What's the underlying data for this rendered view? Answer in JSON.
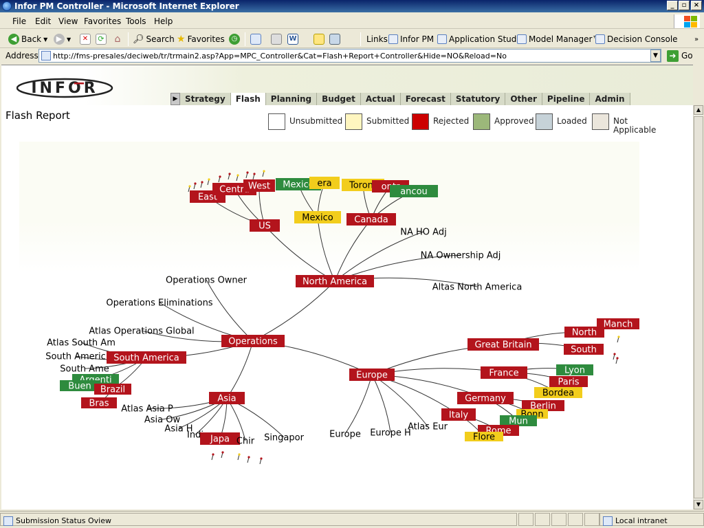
{
  "window": {
    "title": "Infor PM Controller - Microsoft Internet Explorer"
  },
  "menu": [
    "File",
    "Edit",
    "View",
    "Favorites",
    "Tools",
    "Help"
  ],
  "toolbar": {
    "back": "Back",
    "search": "Search",
    "favorites": "Favorites",
    "links_label": "Links",
    "links": [
      "Infor PM",
      "Application Studio",
      "Model Manager™",
      "Decision Console"
    ]
  },
  "address": {
    "label": "Address",
    "url": "http://fms-presales/deciweb/tr/trmain2.asp?App=MPC_Controller&Cat=Flash+Report+Controller&Hide=NO&Reload=No",
    "go": "Go"
  },
  "app": {
    "logo_text": "INFOR",
    "tabs": [
      "Strategy",
      "Flash",
      "Planning",
      "Budget",
      "Actual",
      "Forecast",
      "Statutory",
      "Other",
      "Pipeline",
      "Admin"
    ],
    "active_tab": "Flash",
    "page_title": "Flash Report",
    "legend": [
      {
        "label": "Unsubmitted",
        "color": "#ffffff"
      },
      {
        "label": "Submitted",
        "color": "#fff6c0"
      },
      {
        "label": "Rejected",
        "color": "#cc0000"
      },
      {
        "label": "Approved",
        "color": "#9cb87a"
      },
      {
        "label": "Loaded",
        "color": "#c6d2d8"
      },
      {
        "label": "Not\nApplicable",
        "color": "#ebe6dc"
      }
    ]
  },
  "status_colors": {
    "rejected": "#b3141c",
    "approved": "#2e8b3e",
    "submitted": "#f2cd1c"
  },
  "tree": {
    "nodes": [
      {
        "id": "na",
        "label": "North America",
        "status": "rejected"
      },
      {
        "id": "us",
        "label": "US",
        "status": "rejected"
      },
      {
        "id": "east",
        "label": "East",
        "status": "rejected"
      },
      {
        "id": "central",
        "label": "Centra",
        "status": "rejected"
      },
      {
        "id": "west",
        "label": "West",
        "status": "rejected"
      },
      {
        "id": "mexico1",
        "label": "Mexico",
        "status": "approved"
      },
      {
        "id": "mexico2",
        "label": "Mexico",
        "status": "submitted"
      },
      {
        "id": "guera",
        "label": "era",
        "status": "submitted"
      },
      {
        "id": "canada",
        "label": "Canada",
        "status": "rejected"
      },
      {
        "id": "toronto",
        "label": "Toront",
        "status": "submitted"
      },
      {
        "id": "montreal",
        "label": "ontr",
        "status": "rejected"
      },
      {
        "id": "vancouver",
        "label": "ancou",
        "status": "approved"
      },
      {
        "id": "naho",
        "label": "NA HO Adj",
        "status": "none"
      },
      {
        "id": "naown",
        "label": "NA Ownership Adj",
        "status": "none"
      },
      {
        "id": "altasna",
        "label": "Altas North America",
        "status": "none"
      },
      {
        "id": "ops",
        "label": "Operations",
        "status": "rejected"
      },
      {
        "id": "opsowner",
        "label": "Operations Owner",
        "status": "none"
      },
      {
        "id": "opselim",
        "label": "Operations Eliminations",
        "status": "none"
      },
      {
        "id": "atlasopsg",
        "label": "Atlas Operations Global",
        "status": "none"
      },
      {
        "id": "sa",
        "label": "South America",
        "status": "rejected"
      },
      {
        "id": "atlassa",
        "label": "Atlas South Am",
        "status": "none"
      },
      {
        "id": "sa2",
        "label": "South Americ",
        "status": "none"
      },
      {
        "id": "sa3",
        "label": "South Ame",
        "status": "none"
      },
      {
        "id": "argentina",
        "label": "Argenti",
        "status": "approved"
      },
      {
        "id": "buenos",
        "label": "Buen",
        "status": "approved"
      },
      {
        "id": "brazil",
        "label": "Brazil",
        "status": "rejected"
      },
      {
        "id": "brasilia",
        "label": "Bras",
        "status": "rejected"
      },
      {
        "id": "asia",
        "label": "Asia",
        "status": "rejected"
      },
      {
        "id": "atlasasia",
        "label": "Atlas Asia P",
        "status": "none"
      },
      {
        "id": "asiaow",
        "label": "Asia Ow",
        "status": "none"
      },
      {
        "id": "asiah",
        "label": "Asia H",
        "status": "none"
      },
      {
        "id": "india",
        "label": "Indi",
        "status": "none"
      },
      {
        "id": "japan",
        "label": "Japa",
        "status": "rejected"
      },
      {
        "id": "china",
        "label": "Chir",
        "status": "none"
      },
      {
        "id": "singapore",
        "label": "Singapor",
        "status": "none"
      },
      {
        "id": "europe",
        "label": "Europe",
        "status": "rejected"
      },
      {
        "id": "gb",
        "label": "Great Britain",
        "status": "rejected"
      },
      {
        "id": "north",
        "label": "North",
        "status": "rejected"
      },
      {
        "id": "manch",
        "label": "Manch",
        "status": "rejected"
      },
      {
        "id": "south",
        "label": "South",
        "status": "rejected"
      },
      {
        "id": "france",
        "label": "France",
        "status": "rejected"
      },
      {
        "id": "lyon",
        "label": "Lyon",
        "status": "approved"
      },
      {
        "id": "paris",
        "label": "Paris",
        "status": "rejected"
      },
      {
        "id": "bordeaux",
        "label": "Bordea",
        "status": "submitted"
      },
      {
        "id": "germany",
        "label": "Germany",
        "status": "rejected"
      },
      {
        "id": "berlin",
        "label": "Berlin",
        "status": "rejected"
      },
      {
        "id": "bonn",
        "label": "Bonn",
        "status": "submitted"
      },
      {
        "id": "munich",
        "label": "Mun",
        "status": "approved"
      },
      {
        "id": "italy",
        "label": "Italy",
        "status": "rejected"
      },
      {
        "id": "rome",
        "label": "Rome",
        "status": "rejected"
      },
      {
        "id": "florence",
        "label": "Flore",
        "status": "submitted"
      },
      {
        "id": "europe2",
        "label": "Europe",
        "status": "none"
      },
      {
        "id": "europe3",
        "label": "Europe H",
        "status": "none"
      },
      {
        "id": "atlaseur",
        "label": "Atlas Eur",
        "status": "none"
      }
    ]
  },
  "statusbar": {
    "text": "Submission Status Oview",
    "zone": "Local intranet"
  }
}
